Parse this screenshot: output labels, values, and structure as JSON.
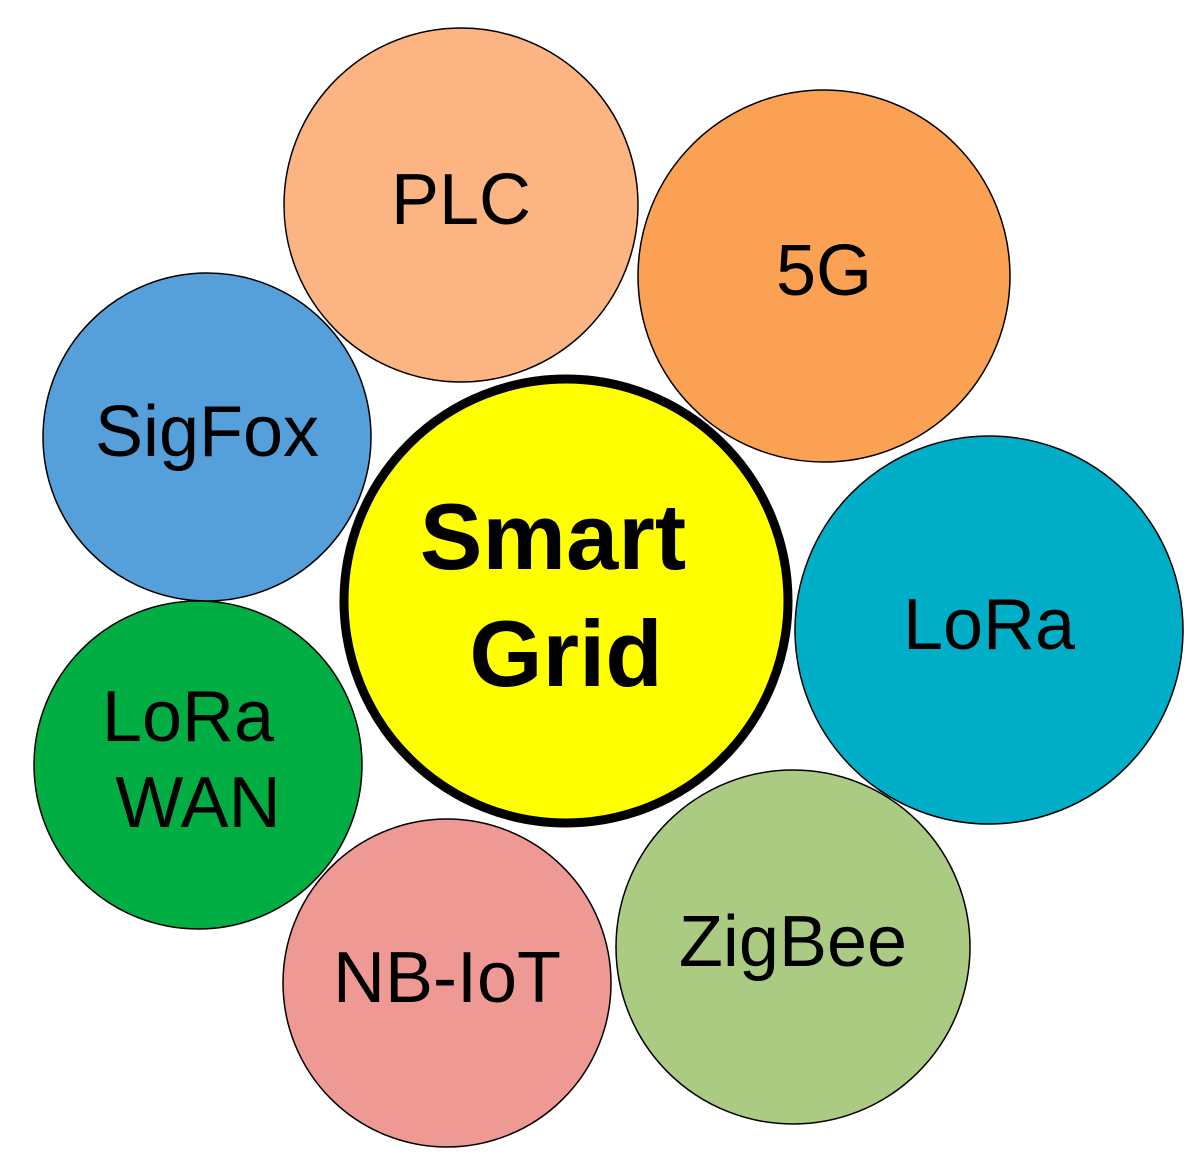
{
  "center": {
    "lines": [
      "Smart",
      "Grid"
    ],
    "color": "#FFFF00"
  },
  "technologies": [
    {
      "id": "plc",
      "lines": [
        "PLC"
      ],
      "color": "#FBB482"
    },
    {
      "id": "5g",
      "lines": [
        "5G"
      ],
      "color": "#FBA154"
    },
    {
      "id": "sigfox",
      "lines": [
        "SigFox"
      ],
      "color": "#559FDA"
    },
    {
      "id": "lora",
      "lines": [
        "LoRa"
      ],
      "color": "#00AEC8"
    },
    {
      "id": "lorawan",
      "lines": [
        "LoRa",
        "WAN"
      ],
      "color": "#00AE44"
    },
    {
      "id": "nb-iot",
      "lines": [
        "NB-IoT"
      ],
      "color": "#EE9993"
    },
    {
      "id": "zigbee",
      "lines": [
        "ZigBee"
      ],
      "color": "#ABCA82"
    }
  ]
}
